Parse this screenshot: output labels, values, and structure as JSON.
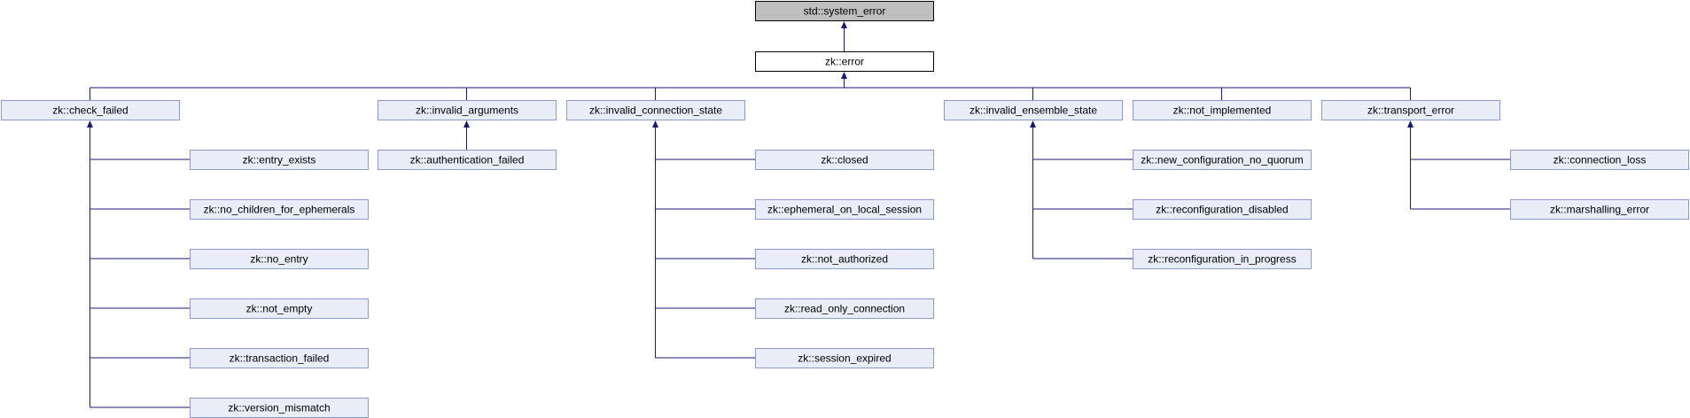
{
  "diagram": {
    "colors": {
      "edge": "#191970",
      "root_fill": "#bfbfbf",
      "root_stroke": "#000000",
      "current_fill": "#ffffff",
      "current_stroke": "#000000",
      "link_fill": "#e8edf7",
      "link_stroke": "#8a9bcc",
      "text": "#000000"
    },
    "nodes": [
      {
        "id": "system_error",
        "label": "std::system_error",
        "kind": "root"
      },
      {
        "id": "error",
        "label": "zk::error",
        "kind": "current"
      },
      {
        "id": "check_failed",
        "label": "zk::check_failed",
        "kind": "link"
      },
      {
        "id": "invalid_arguments",
        "label": "zk::invalid_arguments",
        "kind": "link"
      },
      {
        "id": "invalid_connection_state",
        "label": "zk::invalid_connection_state",
        "kind": "link"
      },
      {
        "id": "invalid_ensemble_state",
        "label": "zk::invalid_ensemble_state",
        "kind": "link"
      },
      {
        "id": "not_implemented",
        "label": "zk::not_implemented",
        "kind": "link"
      },
      {
        "id": "transport_error",
        "label": "zk::transport_error",
        "kind": "link"
      },
      {
        "id": "entry_exists",
        "label": "zk::entry_exists",
        "kind": "link"
      },
      {
        "id": "no_children_for_ephemerals",
        "label": "zk::no_children_for_ephemerals",
        "kind": "link"
      },
      {
        "id": "no_entry",
        "label": "zk::no_entry",
        "kind": "link"
      },
      {
        "id": "not_empty",
        "label": "zk::not_empty",
        "kind": "link"
      },
      {
        "id": "transaction_failed",
        "label": "zk::transaction_failed",
        "kind": "link"
      },
      {
        "id": "version_mismatch",
        "label": "zk::version_mismatch",
        "kind": "link"
      },
      {
        "id": "authentication_failed",
        "label": "zk::authentication_failed",
        "kind": "link"
      },
      {
        "id": "closed",
        "label": "zk::closed",
        "kind": "link"
      },
      {
        "id": "ephemeral_on_local_session",
        "label": "zk::ephemeral_on_local_session",
        "kind": "link"
      },
      {
        "id": "not_authorized",
        "label": "zk::not_authorized",
        "kind": "link"
      },
      {
        "id": "read_only_connection",
        "label": "zk::read_only_connection",
        "kind": "link"
      },
      {
        "id": "session_expired",
        "label": "zk::session_expired",
        "kind": "link"
      },
      {
        "id": "new_configuration_no_quorum",
        "label": "zk::new_configuration_no_quorum",
        "kind": "link"
      },
      {
        "id": "reconfiguration_disabled",
        "label": "zk::reconfiguration_disabled",
        "kind": "link"
      },
      {
        "id": "reconfiguration_in_progress",
        "label": "zk::reconfiguration_in_progress",
        "kind": "link"
      },
      {
        "id": "connection_loss",
        "label": "zk::connection_loss",
        "kind": "link"
      },
      {
        "id": "marshalling_error",
        "label": "zk::marshalling_error",
        "kind": "link"
      }
    ],
    "edges": [
      {
        "parent": "system_error",
        "children": [
          "error"
        ]
      },
      {
        "parent": "error",
        "children": [
          "check_failed",
          "invalid_arguments",
          "invalid_connection_state",
          "invalid_ensemble_state",
          "not_implemented",
          "transport_error"
        ]
      },
      {
        "parent": "check_failed",
        "children": [
          "entry_exists",
          "no_children_for_ephemerals",
          "no_entry",
          "not_empty",
          "transaction_failed",
          "version_mismatch"
        ]
      },
      {
        "parent": "invalid_arguments",
        "children": [
          "authentication_failed"
        ]
      },
      {
        "parent": "invalid_connection_state",
        "children": [
          "closed",
          "ephemeral_on_local_session",
          "not_authorized",
          "read_only_connection",
          "session_expired"
        ]
      },
      {
        "parent": "invalid_ensemble_state",
        "children": [
          "new_configuration_no_quorum",
          "reconfiguration_disabled",
          "reconfiguration_in_progress"
        ]
      },
      {
        "parent": "transport_error",
        "children": [
          "connection_loss",
          "marshalling_error"
        ]
      }
    ]
  }
}
